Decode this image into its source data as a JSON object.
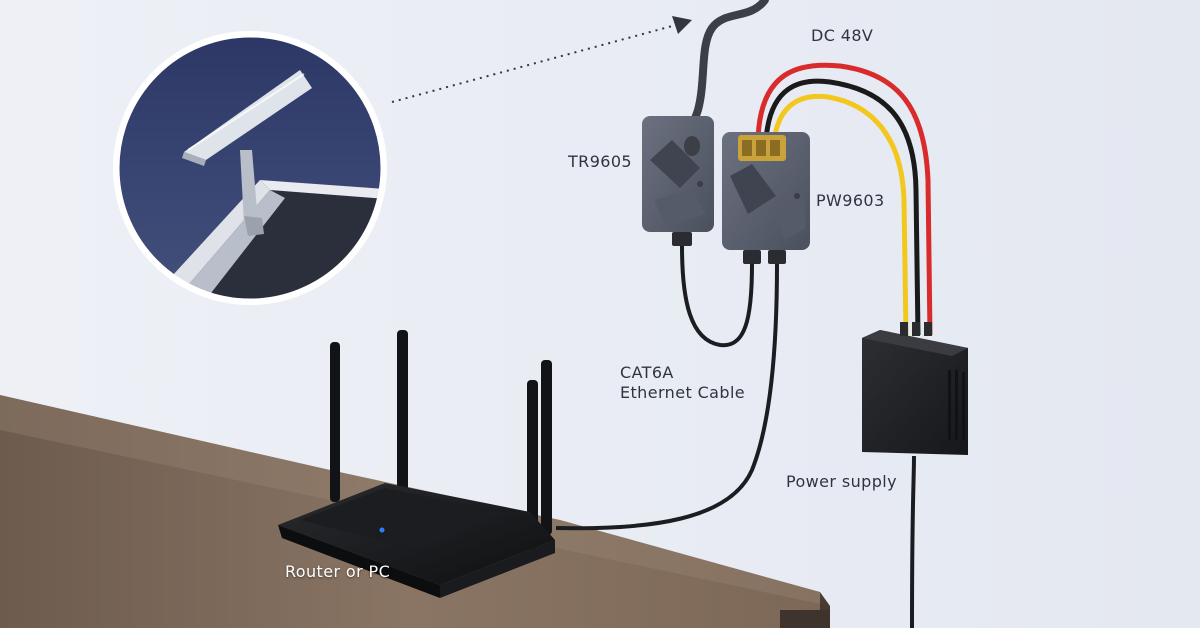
{
  "labels": {
    "dc_voltage": "DC 48V",
    "poe_injector": "TR9605",
    "power_module": "PW9603",
    "cable_line1": "CAT6A",
    "cable_line2": "Ethernet Cable",
    "power_supply": "Power supply",
    "router": "Router or PC"
  },
  "colors": {
    "wall": "#e9ecf4",
    "desk": "#7a6656",
    "wire_red": "#d92b2b",
    "wire_black": "#1a1a1a",
    "wire_yellow": "#f2c81f",
    "device_gray": "#5d6371",
    "sky_inset": "#34406a",
    "led_blue": "#2f7cff"
  },
  "icons": {
    "inset": "satellite-dish-on-roof-icon",
    "arrow": "dotted-arrow-icon",
    "router": "router-icon",
    "power_supply": "power-brick-icon"
  }
}
